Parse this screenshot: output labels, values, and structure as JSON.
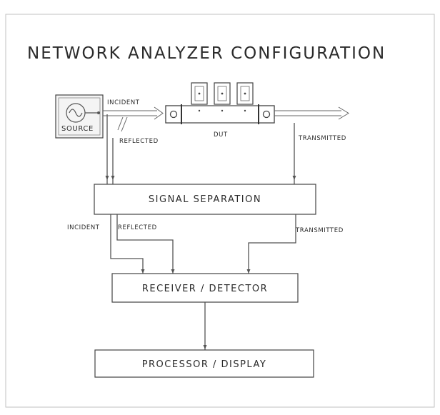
{
  "title": "NETWORK ANALYZER CONFIGURATION",
  "source": {
    "label": "SOURCE",
    "icon": "sine-wave-icon"
  },
  "paths": {
    "incident_top": "INCIDENT",
    "reflected_top": "REFLECTED",
    "dut": "DUT",
    "transmitted_top": "TRANSMITTED",
    "incident_mid": "INCIDENT",
    "reflected_mid": "REFLECTED",
    "transmitted_mid": "TRANSMITTED"
  },
  "blocks": {
    "signal_separation": "SIGNAL SEPARATION",
    "receiver_detector": "RECEIVER / DETECTOR",
    "processor_display": "PROCESSOR / DISPLAY"
  },
  "colors": {
    "line": "#555555",
    "frame": "#b5b5b5",
    "background": "#ffffff"
  }
}
